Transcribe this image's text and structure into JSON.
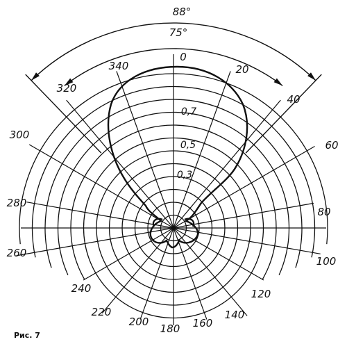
{
  "figure": {
    "caption": "Рис. 7",
    "beamwidth_labels": {
      "outer": "88°",
      "inner": "75°"
    },
    "angle_labels": [
      "0",
      "20",
      "40",
      "60",
      "80",
      "100",
      "120",
      "140",
      "160",
      "180",
      "200",
      "220",
      "240",
      "260",
      "280",
      "300",
      "320",
      "340"
    ],
    "radius_labels": [
      "0,7",
      "0,5",
      "0,3"
    ]
  }
}
